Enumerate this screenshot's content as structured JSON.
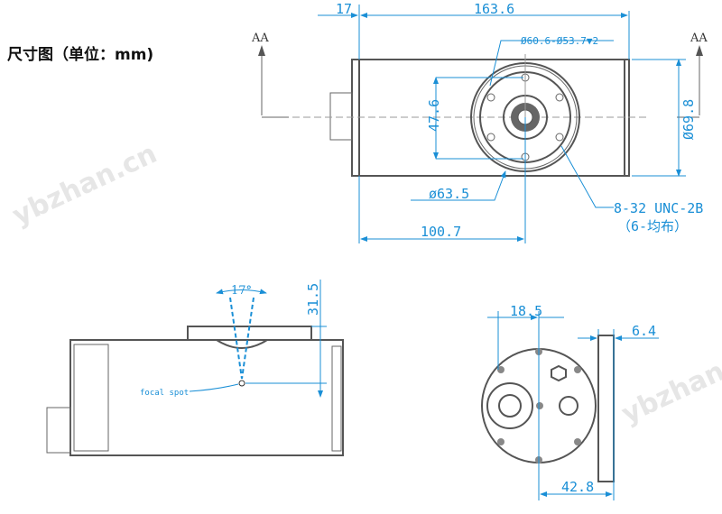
{
  "title": "尺寸图（单位：mm)",
  "watermark": "ybzhan.cn",
  "top_view": {
    "section_left": "AA",
    "section_right": "AA",
    "dim_flange": "17",
    "dim_length": "163.6",
    "dim_counterbore": "Ø60.6-Ø53.7▼2",
    "dim_bolt_spacing": "47.6",
    "dim_diameter": "Ø69.8",
    "dim_window": "ø63.5",
    "dim_center": "100.7",
    "thread_spec": "8-32 UNC-2B",
    "thread_note": "（6-均布）"
  },
  "section_view": {
    "angle": "17°",
    "dim_focal": "31.5",
    "focal_label": "focal spot"
  },
  "end_view": {
    "dim_offset": "18.5",
    "dim_flange": "6.4",
    "dim_center": "42.8"
  },
  "colors": {
    "dimension": "#1a8fd6",
    "outline": "#555555"
  }
}
